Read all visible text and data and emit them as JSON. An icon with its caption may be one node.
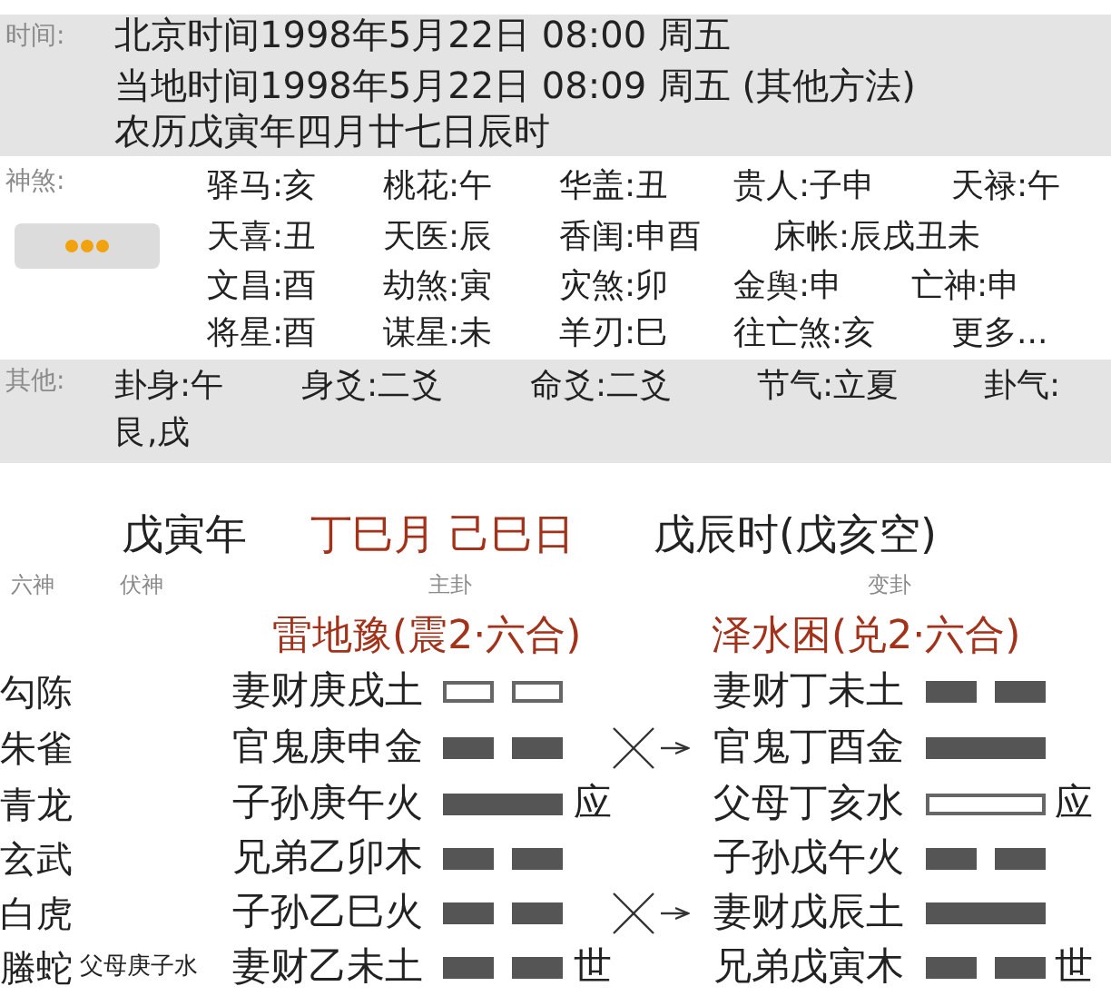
{
  "diagram": {
    "nodes": [
      {
        "text": [
          "时间:",
          "北京时间1998年5月22日 08:00 周五",
          "当地时间1998年5月22日 08:09 周五 (其他方法)",
          "农历戊寅年四月廿七日辰时"
        ]
      },
      {
        "text": [
          "其他:",
          "卦身:午",
          "身爻:二爻",
          "命爻:二爻",
          "节气:立夏",
          "卦气:艮,戌"
        ]
      }
    ],
    "labels": [
      "神煞:",
      "驿马:亥",
      "桃花:午",
      "华盖:丑",
      "贵人:子申",
      "天禄:午",
      "天喜:丑",
      "天医:辰",
      "香闺:申酉",
      "床帐:辰戌丑未",
      "文昌:酉",
      "劫煞:寅",
      "灾煞:卯",
      "金舆:申",
      "亡神:申",
      "将星:酉",
      "谋星:未",
      "羊刃:巳",
      "往亡煞:亥",
      "更多...",
      "戊寅年",
      "丁巳月 己巳日",
      "戊辰时(戊亥空)",
      "六神",
      "伏神",
      "主卦",
      "变卦",
      "雷地豫(震2·六合)",
      "泽水困(兑2·六合)",
      "勾陈",
      "妻财庚戌土",
      "妻财丁未土",
      "朱雀",
      "官鬼庚申金",
      "官鬼丁酉金",
      "青龙",
      "子孙庚午火",
      "应",
      "父母丁亥水",
      "应",
      "玄武",
      "兄弟乙卯木",
      "子孙戊午火",
      "白虎",
      "子孙乙巳火",
      "妻财戊辰土",
      "螣蛇",
      "父母庚子水",
      "妻财乙未土",
      "世",
      "兄弟戊寅木",
      "世"
    ]
  }
}
